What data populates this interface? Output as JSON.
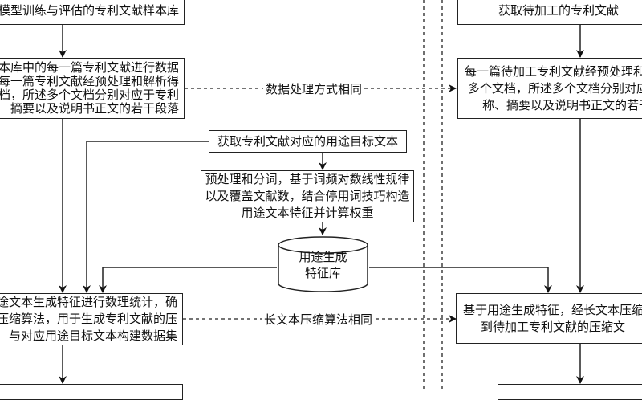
{
  "left": {
    "box1": "模型训练与评估的专利文献样本库",
    "box2": [
      "本库中的每一篇专利文献进行数据",
      "每一篇专利文献经预处理和解析得",
      "档，所述多个文档分别对应于专利",
      "摘要以及说明书正文的若干段落"
    ],
    "box3": [
      "途文本生成特征进行数理统计，确",
      "压缩算法，用于生成专利文献的压",
      "与对应用途目标文本构建数据集"
    ]
  },
  "middle": {
    "target_text_box": "获取专利文献对应的用途目标文本",
    "preprocess_box": [
      "预处理和分词，基于词频对数线性规律",
      "以及覆盖文献数，结合停用词技巧构造",
      "用途文本特征并计算权重"
    ],
    "database": [
      "用途生成",
      "特征库"
    ],
    "label_processing": "数据处理方式相同",
    "label_compression": "长文本压缩算法相同"
  },
  "right": {
    "box1": "获取待加工的专利文献",
    "box2": [
      "每一篇待加工专利文献经预处理和",
      "多个文档，所述多个文档分别对应",
      "称、摘要以及说明书正文的若干"
    ],
    "box3": [
      "基于用途生成特征，经长文本压缩",
      "到待加工专利文献的压缩文"
    ]
  }
}
